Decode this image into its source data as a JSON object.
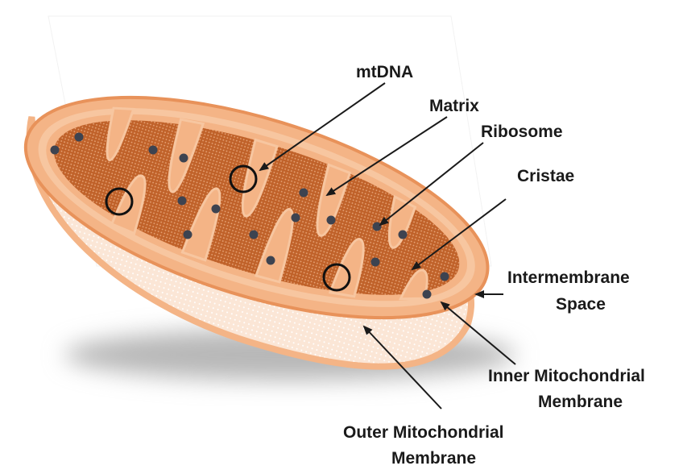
{
  "labels": {
    "mtdna": "mtDNA",
    "matrix": "Matrix",
    "ribosome": "Ribosome",
    "cristae": "Cristae",
    "intermembrane_1": "Intermembrane",
    "intermembrane_2": "Space",
    "inner_1": "Inner Mitochondrial",
    "inner_2": "Membrane",
    "outer_1": "Outer Mitochondrial",
    "outer_2": "Membrane"
  },
  "colors": {
    "outer_membrane": "#f4b486",
    "outer_stroke": "#e8925a",
    "body_fill": "#fbe6d6",
    "matrix": "#c0622a",
    "ribosome": "#3d4350",
    "arrow": "#1a1a1a",
    "shadow": "#b8b8b8"
  }
}
